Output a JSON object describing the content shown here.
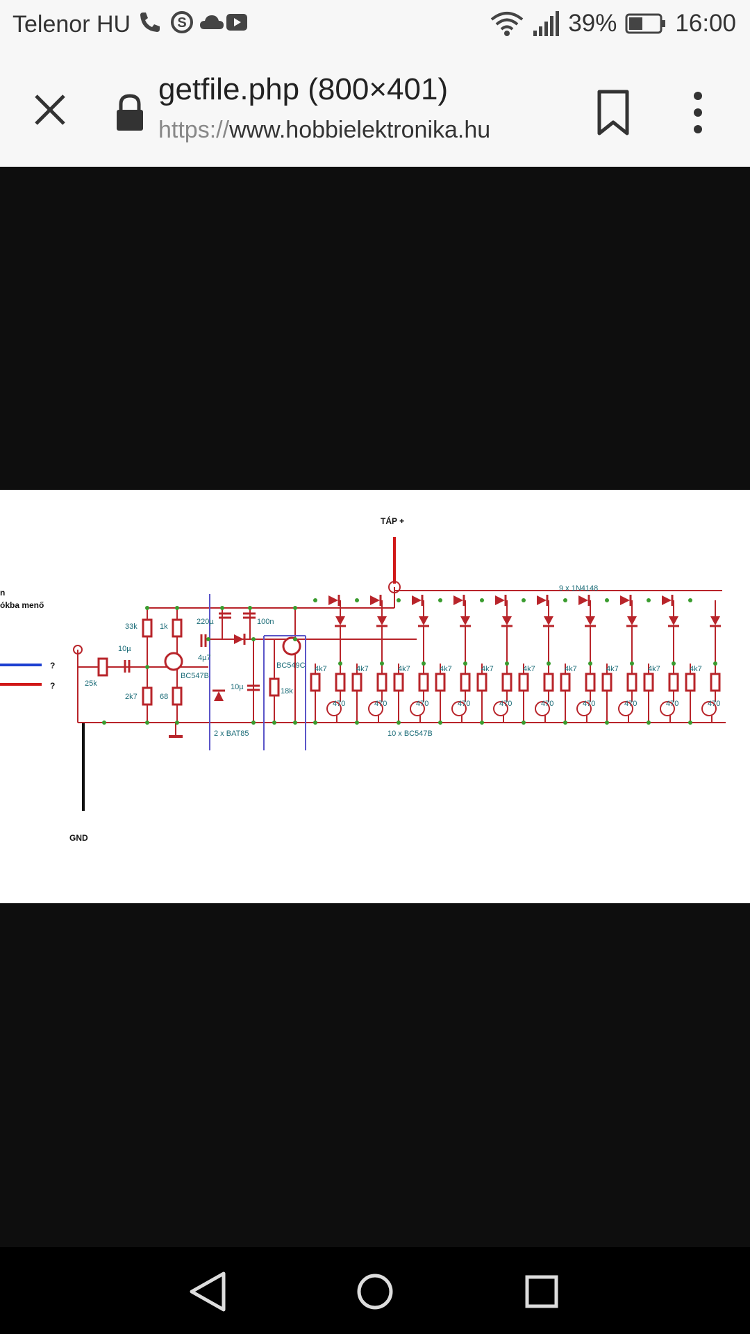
{
  "status_bar": {
    "carrier": "Telenor HU",
    "battery_percent": "39%",
    "time": "16:00"
  },
  "toolbar": {
    "title": "getfile.php (800×401)",
    "url_scheme": "https://",
    "url_host": "www.hobbielektronika.hu"
  },
  "schematic": {
    "top_label": "TÁP +",
    "gnd_label": "GND",
    "left_label_1": "n",
    "left_label_2": "ókba menő",
    "q1": "?",
    "q2": "?",
    "diodes_label": "9 x 1N4148",
    "transistors_label": "10 x BC547B",
    "r_33k": "33k",
    "r_1k": "1k",
    "r_2k7": "2k7",
    "r_68": "68",
    "pot_25k": "25k",
    "c_10u": "10µ",
    "q_bc547b": "BC547B",
    "c_4u7": "4µ7",
    "c_220u": "220µ",
    "c_100n": "100n",
    "c_10u_b": "10µ",
    "r_18k": "18k",
    "q_bc549c": "BC549C",
    "d_bat85": "2 x BAT85",
    "r_4k7": "4k7",
    "r_470": "470"
  },
  "colors": {
    "circuit_red": "#b8242a",
    "wire_blue": "#1d3fd1",
    "label_teal": "#1a6b77",
    "node_green": "#3a9c2f"
  }
}
